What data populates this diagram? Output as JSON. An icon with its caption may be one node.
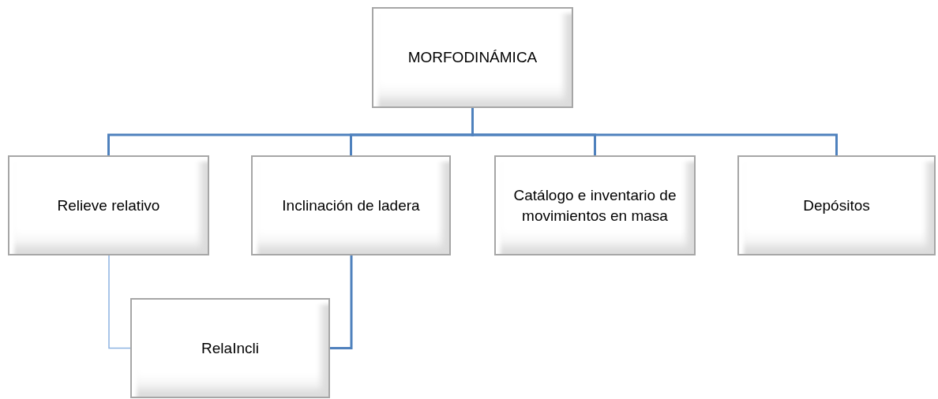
{
  "diagram": {
    "nodes": [
      {
        "text": [
          "MORFODINÁMICA"
        ]
      },
      {
        "text": [
          "Relieve relativo"
        ]
      },
      {
        "text": [
          "Inclinación de ladera"
        ]
      },
      {
        "text": [
          "Catálogo e inventario de movimientos en masa"
        ]
      },
      {
        "text": [
          "Depósitos"
        ]
      },
      {
        "text": [
          "RelaIncli"
        ]
      }
    ],
    "edges": [
      {
        "from": 0,
        "to": 1,
        "arrow": "none"
      },
      {
        "from": 0,
        "to": 2,
        "arrow": "none"
      },
      {
        "from": 0,
        "to": 3,
        "arrow": "none"
      },
      {
        "from": 0,
        "to": 4,
        "arrow": "none"
      },
      {
        "from": 1,
        "to": 5,
        "arrow": "none",
        "color": "#8db3e2"
      },
      {
        "from": 2,
        "to": 5,
        "arrow": "none"
      }
    ]
  }
}
